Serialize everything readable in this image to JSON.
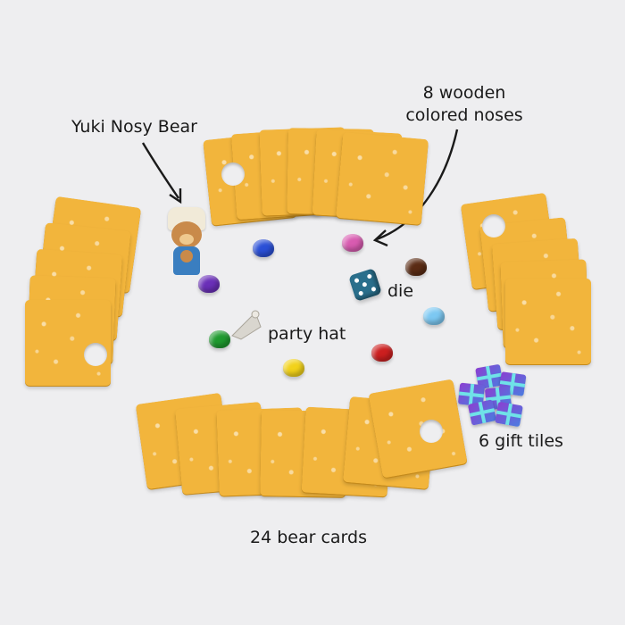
{
  "labels": {
    "bear": "Yuki Nosy Bear",
    "noses_line1": "8 wooden",
    "noses_line2": "colored noses",
    "die": "die",
    "party_hat": "party hat",
    "gift_tiles": "6 gift tiles",
    "bear_cards": "24 bear cards"
  },
  "pieces": {
    "noses": [
      {
        "color": "#2a4fd6"
      },
      {
        "color": "#d85bb0"
      },
      {
        "color": "#5a2b14"
      },
      {
        "color": "#6a2fb8"
      },
      {
        "color": "#7cc8f2"
      },
      {
        "color": "#1f9a2f"
      },
      {
        "color": "#cc1f1f"
      },
      {
        "color": "#f2d21a"
      }
    ],
    "card_color": "#f2b53c",
    "die_color": "#2a6f8c"
  }
}
